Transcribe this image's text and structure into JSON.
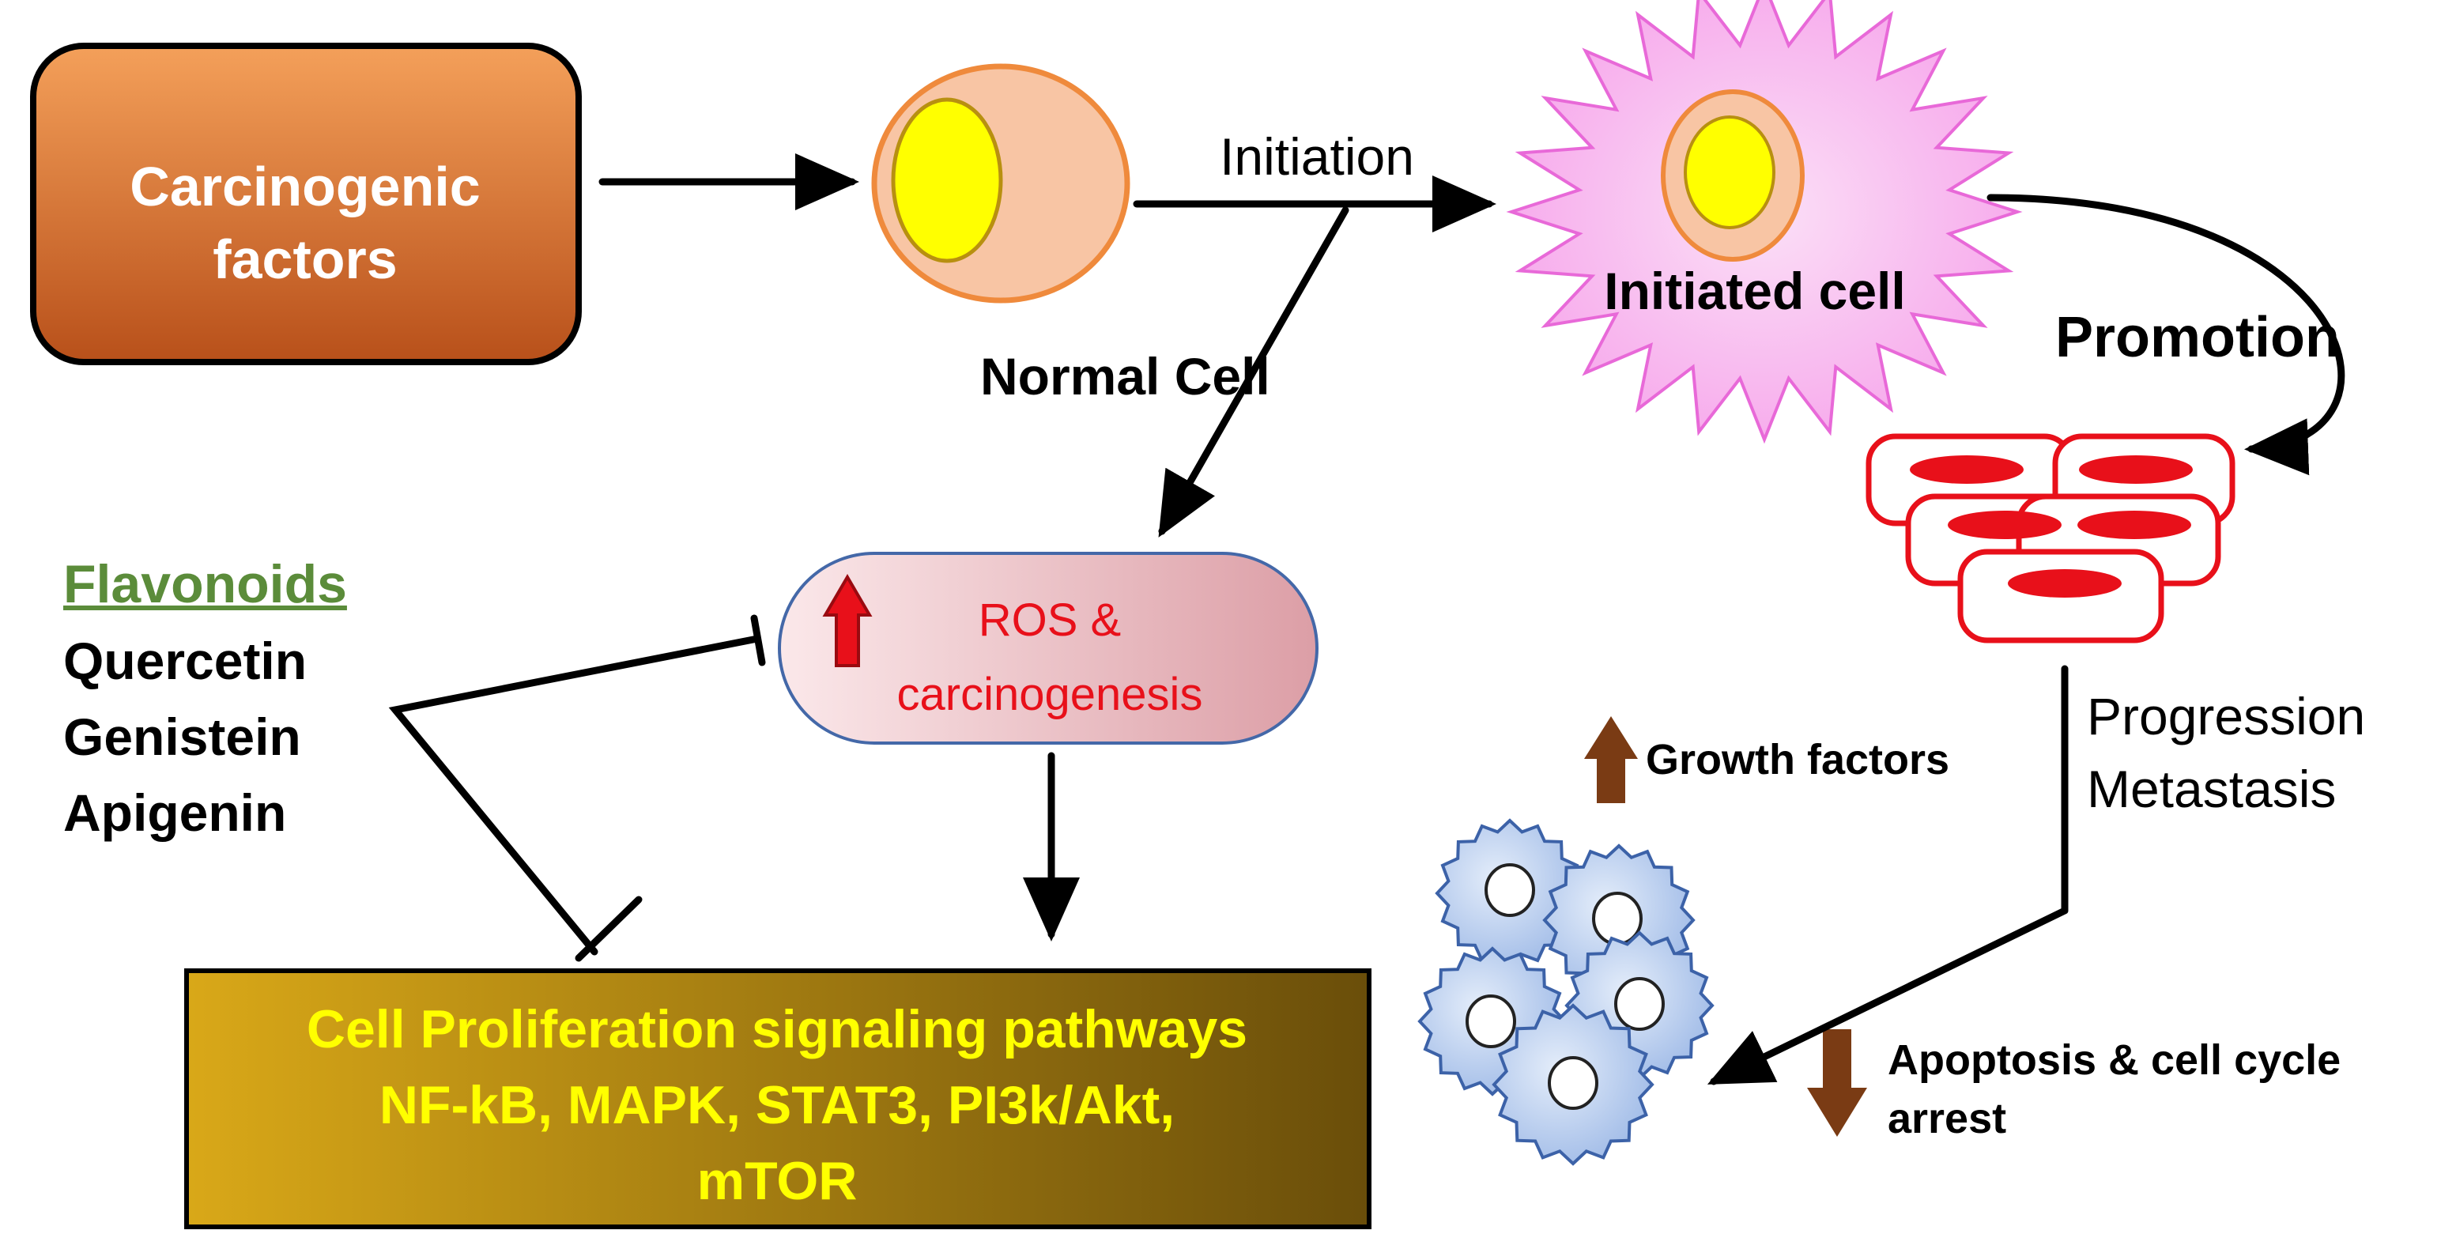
{
  "nodes": {
    "carcinogenic": {
      "line1": "Carcinogenic",
      "line2": "factors"
    },
    "normal_cell": {
      "label": "Normal Cell"
    },
    "initiated_cell": {
      "label": "Initiated cell"
    },
    "ros": {
      "line1": "ROS &",
      "line2": "carcinogenesis"
    },
    "pathways": {
      "line1": "Cell Proliferation signaling pathways",
      "line2": "NF-kB, MAPK, STAT3, PI3k/Akt,",
      "line3": "mTOR"
    }
  },
  "edges": {
    "initiation": "Initiation",
    "promotion": "Promotion",
    "progression": {
      "line1": "Progression",
      "line2": "Metastasis"
    }
  },
  "flavonoids": {
    "title": "Flavonoids",
    "items": [
      "Quercetin",
      "Genistein",
      "Apigenin"
    ]
  },
  "indicators": {
    "growth_factors": {
      "label": "Growth factors",
      "direction": "up"
    },
    "apoptosis": {
      "line1": "Apoptosis & cell cycle",
      "line2": "arrest",
      "direction": "down"
    }
  },
  "colors": {
    "carcinogenic_top": "#f4a05a",
    "carcinogenic_bottom": "#b8501a",
    "cell_body": "#f8c5a4",
    "cell_outline": "#ef8a3c",
    "nucleus": "#ffff00",
    "initiated_star": "#f8a8ec",
    "ros_fill": "#efc4cb",
    "ros_text": "#e8101a",
    "rbc_outline": "#e8101a",
    "flavonoid_title": "#5b8c3a",
    "pathway_left": "#d9a818",
    "pathway_right": "#6a4e0a",
    "pathway_text": "#ffff00",
    "cancer_cell": "#a9c2ea",
    "indicator_arrow": "#7a3b14"
  },
  "icons": [
    "red-up-arrow-icon",
    "brown-up-arrow-icon",
    "brown-down-arrow-icon"
  ]
}
